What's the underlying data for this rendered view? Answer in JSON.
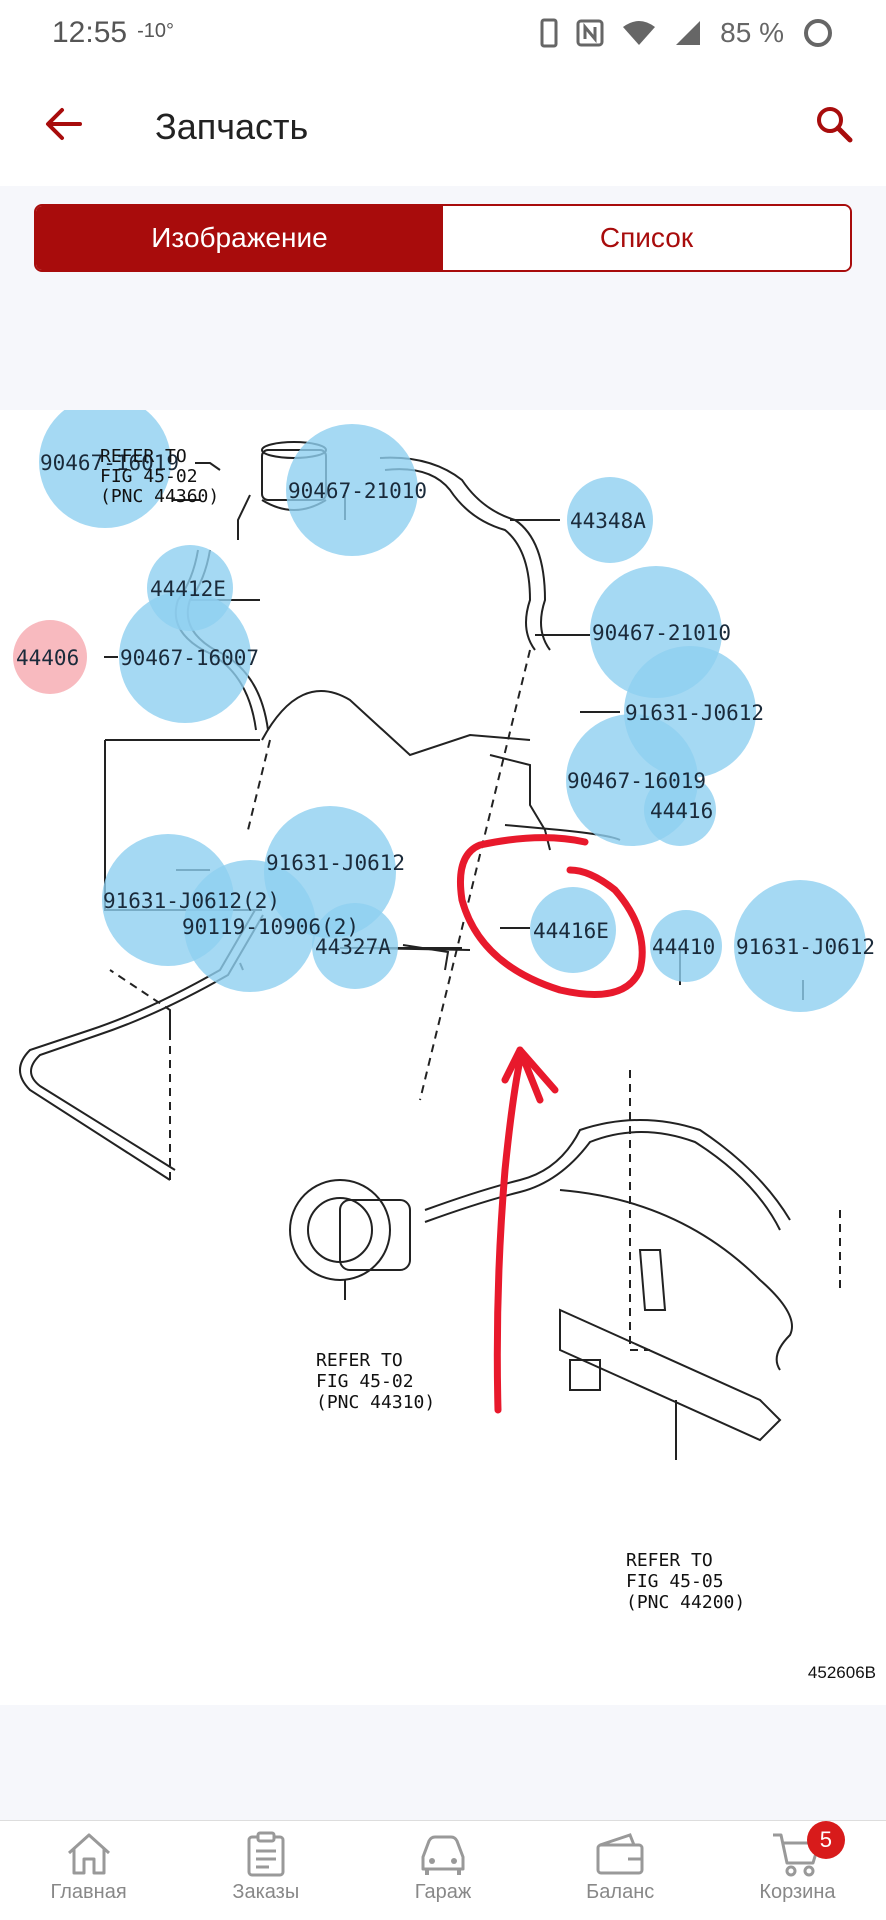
{
  "status_bar": {
    "time": "12:55",
    "temperature": "-10°",
    "battery": "85 %"
  },
  "app_bar": {
    "title": "Запчасть"
  },
  "tabs": [
    {
      "label": "Изображение",
      "active": true
    },
    {
      "label": "Список",
      "active": false
    }
  ],
  "diagram": {
    "figure_id": "452606B",
    "refs": [
      {
        "lines": [
          "REFER TO",
          "FIG 45-02",
          "(PNC 44360)"
        ]
      },
      {
        "lines": [
          "REFER TO",
          "FIG 45-02",
          "(PNC 44310)"
        ]
      },
      {
        "lines": [
          "REFER TO",
          "FIG 45-05",
          "(PNC 44200)"
        ]
      }
    ],
    "callouts": [
      {
        "label": "90467-16019",
        "state": "normal"
      },
      {
        "label": "90467-21010",
        "state": "normal"
      },
      {
        "label": "44348A",
        "state": "normal"
      },
      {
        "label": "44412E",
        "state": "normal"
      },
      {
        "label": "90467-21010",
        "state": "normal"
      },
      {
        "label": "44406",
        "state": "selected"
      },
      {
        "label": "90467-16007",
        "state": "normal"
      },
      {
        "label": "91631-J0612",
        "state": "normal"
      },
      {
        "label": "90467-16019",
        "state": "normal"
      },
      {
        "label": "44416",
        "state": "normal"
      },
      {
        "label": "91631-J0612",
        "state": "normal"
      },
      {
        "label": "91631-J0612(2)",
        "state": "normal"
      },
      {
        "label": "90119-10906(2)",
        "state": "normal"
      },
      {
        "label": "44327A",
        "state": "normal"
      },
      {
        "label": "44416E",
        "state": "normal"
      },
      {
        "label": "44410",
        "state": "normal"
      },
      {
        "label": "91631-J0612",
        "state": "normal"
      }
    ],
    "colors": {
      "callout_fill": "#8fd0f0",
      "selected_fill": "#f7b3b8",
      "annotation": "#e8192c"
    }
  },
  "bottom_nav": {
    "items": [
      {
        "label": "Главная",
        "icon": "home-icon"
      },
      {
        "label": "Заказы",
        "icon": "clipboard-icon"
      },
      {
        "label": "Гараж",
        "icon": "car-icon"
      },
      {
        "label": "Баланс",
        "icon": "wallet-icon"
      },
      {
        "label": "Корзина",
        "icon": "cart-icon"
      }
    ],
    "cart_badge": "5"
  },
  "theme": {
    "accent": "#a80c0c"
  }
}
